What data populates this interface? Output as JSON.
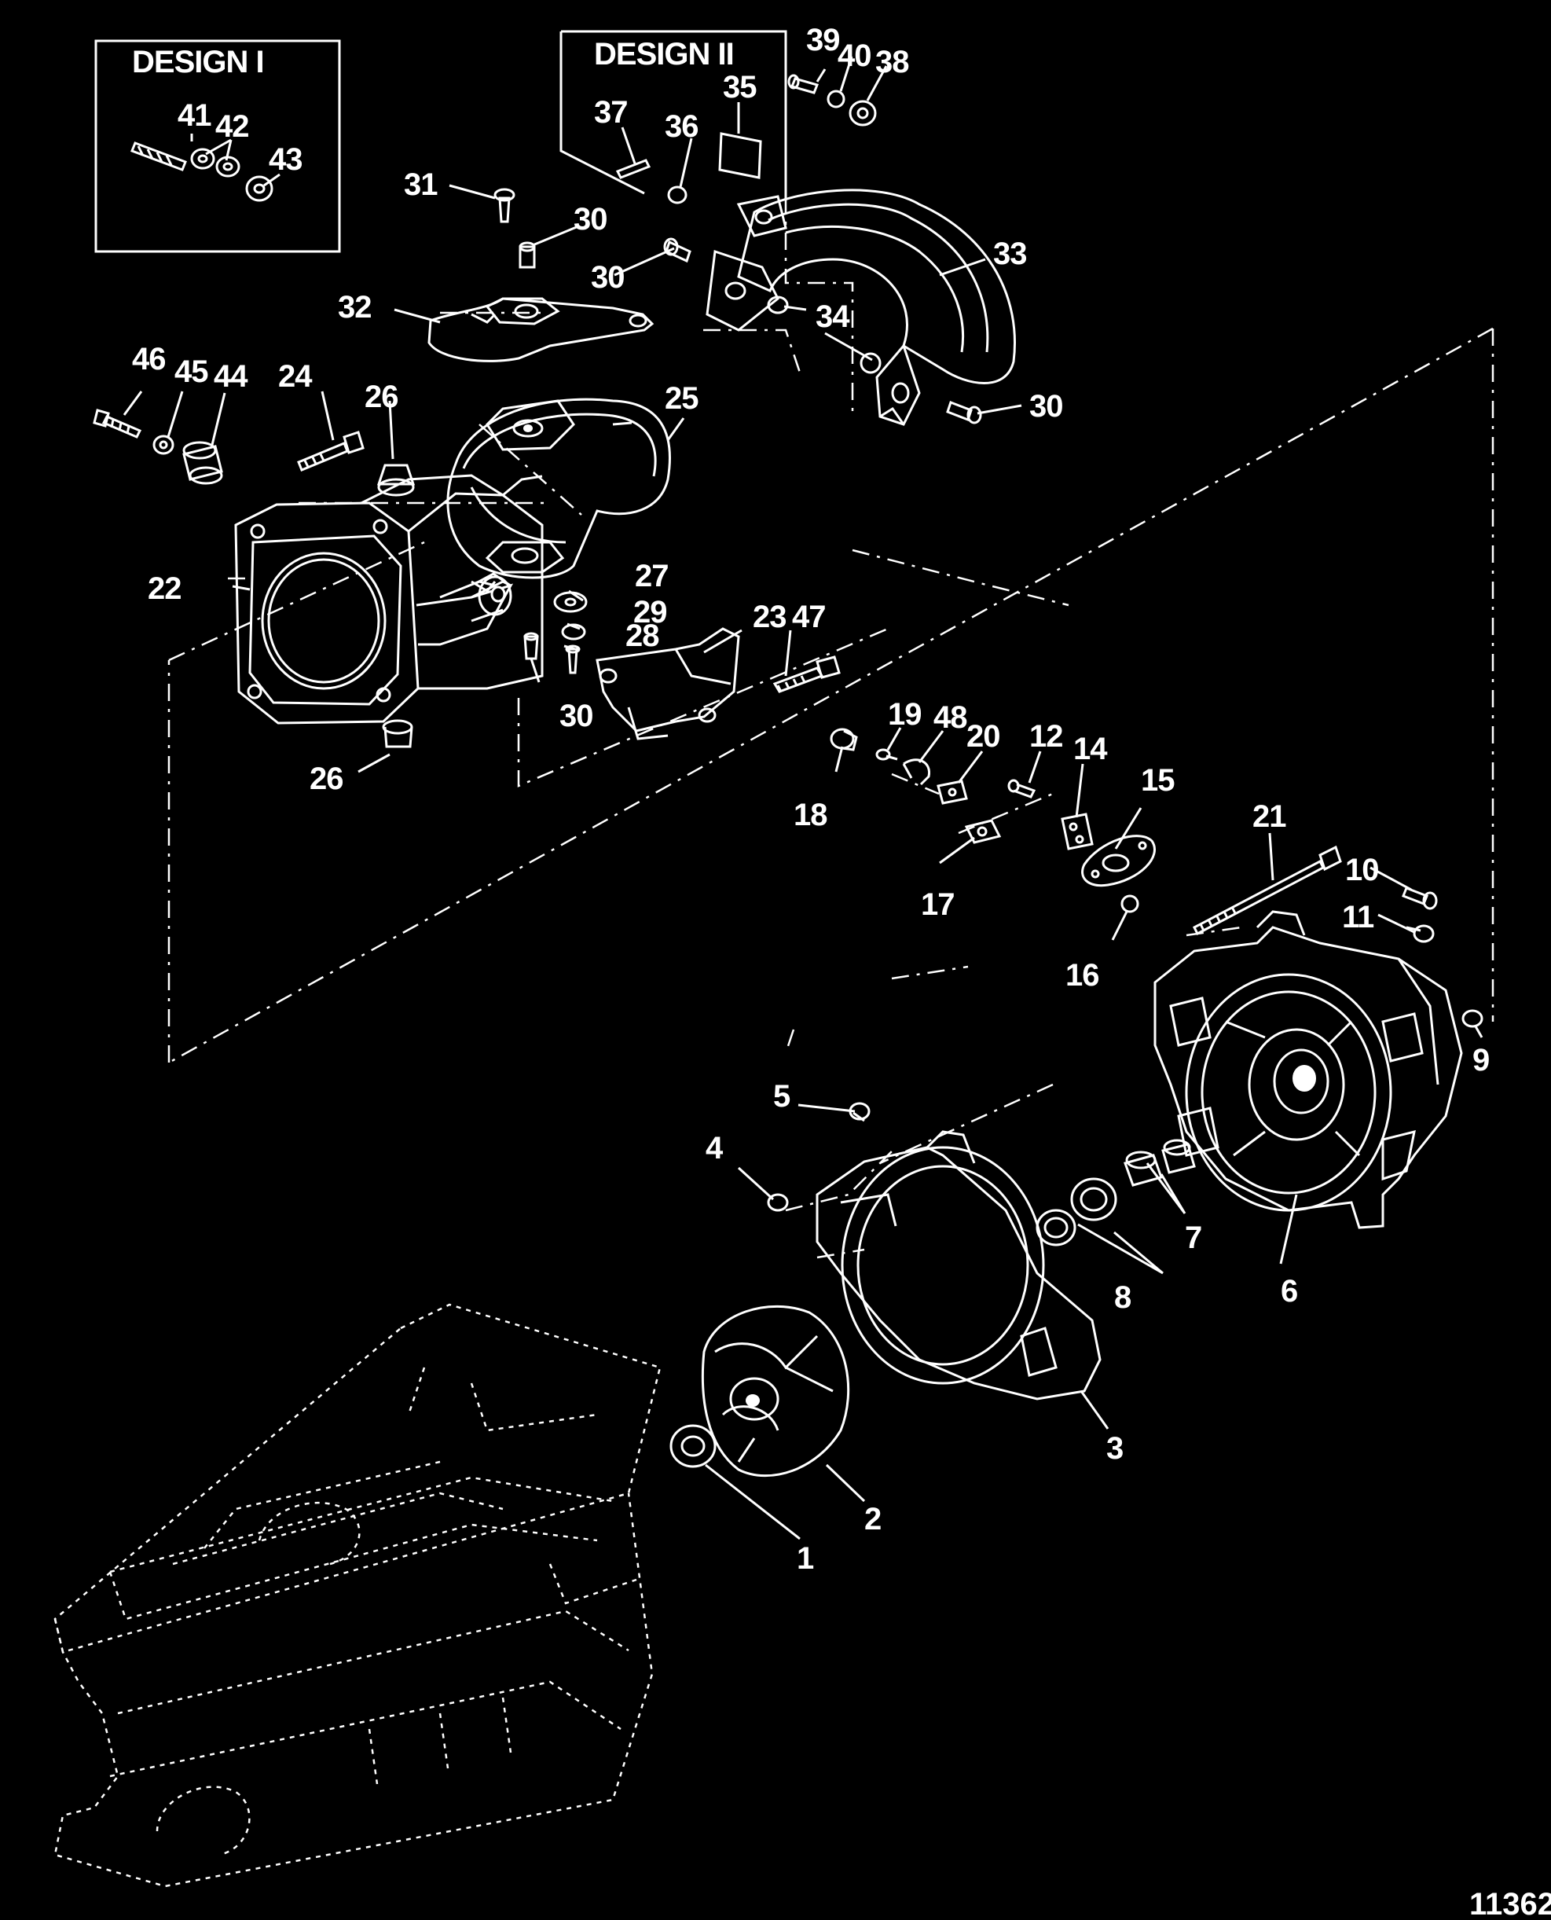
{
  "design_labels": [
    "DESIGN I",
    "DESIGN II"
  ],
  "figure_number": "11362",
  "callouts": [
    "1",
    "2",
    "3",
    "4",
    "5",
    "6",
    "7",
    "8",
    "9",
    "10",
    "11",
    "12",
    "14",
    "15",
    "16",
    "17",
    "18",
    "19",
    "20",
    "21",
    "22",
    "23",
    "24",
    "25",
    "26",
    "26",
    "27",
    "28",
    "29",
    "30",
    "30",
    "30",
    "30",
    "31",
    "32",
    "33",
    "34",
    "35",
    "36",
    "37",
    "38",
    "39",
    "40",
    "41",
    "42",
    "43",
    "44",
    "45",
    "46",
    "47",
    "48"
  ]
}
